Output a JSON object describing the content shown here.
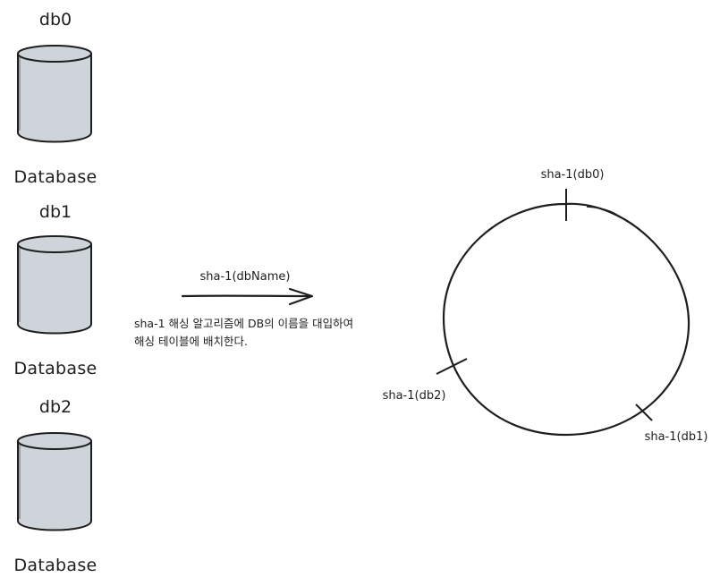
{
  "databases": [
    {
      "name": "db0",
      "caption": "Database"
    },
    {
      "name": "db1",
      "caption": "Database"
    },
    {
      "name": "db2",
      "caption": "Database"
    }
  ],
  "arrow": {
    "label": "sha-1(dbName)"
  },
  "note": {
    "line1": "sha-1 해싱 알고리즘에 DB의 이름을 대입하여",
    "line2": "해싱 테이블에 배치한다."
  },
  "ring": {
    "markers": [
      {
        "label": "sha-1(db0)"
      },
      {
        "label": "sha-1(db1)"
      },
      {
        "label": "sha-1(db2)"
      }
    ]
  },
  "colors": {
    "cylinder_fill": "#ced4da",
    "stroke": "#1e1e1e"
  }
}
